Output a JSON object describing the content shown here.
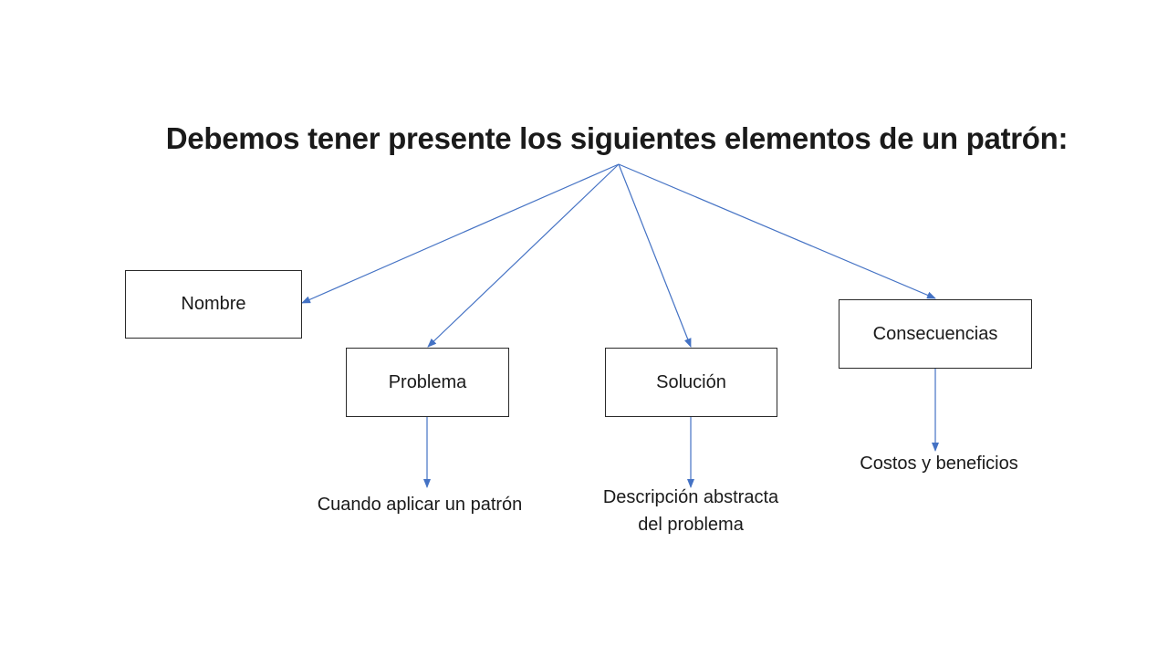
{
  "title": "Debemos tener presente los siguientes elementos de un patrón:",
  "nodes": {
    "nombre": "Nombre",
    "problema": "Problema",
    "solucion": "Solución",
    "consecuencias": "Consecuencias"
  },
  "descriptions": {
    "problema": "Cuando aplicar un patrón",
    "solucion_line1": "Descripción abstracta",
    "solucion_line2": "del problema",
    "consecuencias": "Costos y beneficios"
  },
  "colors": {
    "arrow": "#4472c4",
    "box_border": "#2a2a2a",
    "text": "#1a1a1a"
  }
}
